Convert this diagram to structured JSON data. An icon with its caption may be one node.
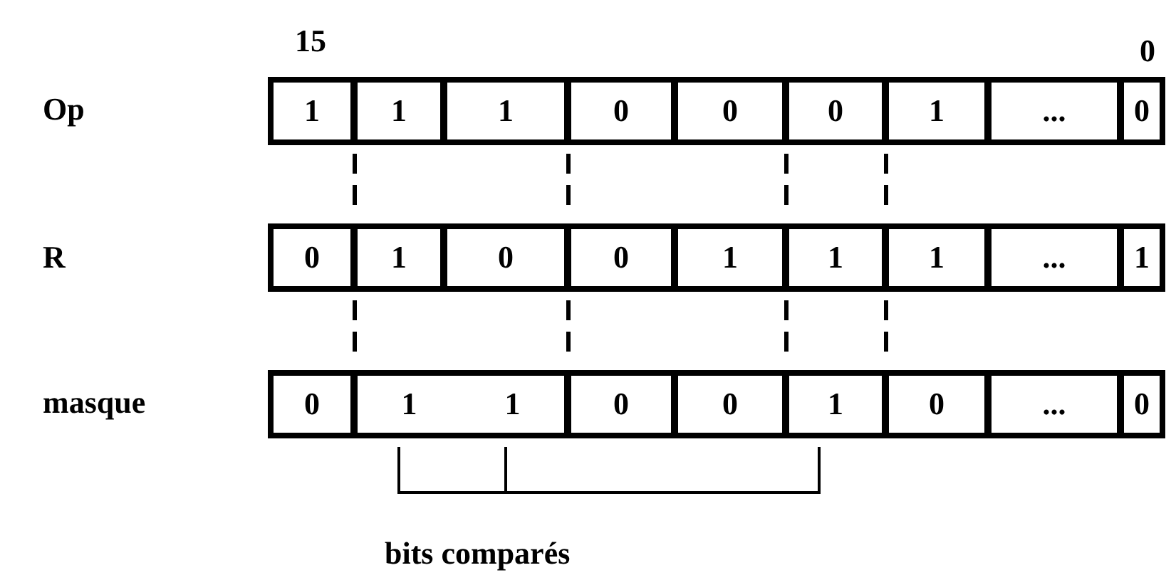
{
  "diagram": {
    "nodes": [
      {
        "text": [
          "1"
        ]
      },
      {
        "text": [
          "1"
        ]
      },
      {
        "text": [
          "1"
        ]
      },
      {
        "text": [
          "0"
        ]
      },
      {
        "text": [
          "0"
        ]
      },
      {
        "text": [
          "0"
        ]
      },
      {
        "text": [
          "1"
        ]
      },
      {
        "text": [
          "..."
        ]
      },
      {
        "text": [
          "0"
        ]
      },
      {
        "text": [
          "0"
        ]
      },
      {
        "text": [
          "1"
        ]
      },
      {
        "text": [
          "0"
        ]
      },
      {
        "text": [
          "0"
        ]
      },
      {
        "text": [
          "1"
        ]
      },
      {
        "text": [
          "1"
        ]
      },
      {
        "text": [
          "1"
        ]
      },
      {
        "text": [
          "..."
        ]
      },
      {
        "text": [
          "1"
        ]
      },
      {
        "text": [
          "0"
        ]
      },
      {
        "text": [
          "1",
          "1"
        ]
      },
      {
        "text": [
          "0"
        ]
      },
      {
        "text": [
          "0"
        ]
      },
      {
        "text": [
          "1"
        ]
      },
      {
        "text": [
          "0"
        ]
      },
      {
        "text": [
          "..."
        ]
      },
      {
        "text": [
          "0"
        ]
      }
    ],
    "labels": [
      "15",
      "0",
      "Op",
      "R",
      "masque",
      "bits comparés"
    ]
  }
}
